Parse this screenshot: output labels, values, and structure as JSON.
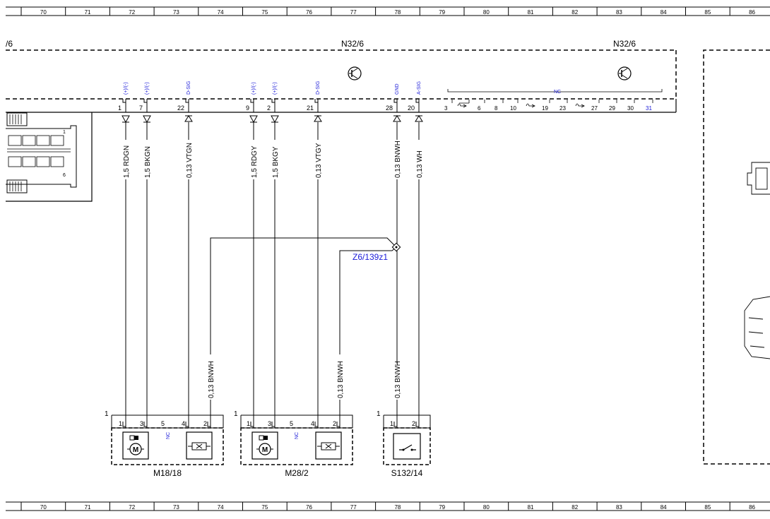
{
  "grid": {
    "columns": [
      "70",
      "71",
      "72",
      "73",
      "74",
      "75",
      "76",
      "77",
      "78",
      "79",
      "80",
      "81",
      "82",
      "83",
      "84",
      "85",
      "86"
    ]
  },
  "connector": {
    "left_label": "/6",
    "main_label": "N32/6",
    "right_label": "N32/6",
    "nc_label": "NC",
    "pins": [
      {
        "num": "1",
        "signal": "(+)/(-)"
      },
      {
        "num": "7",
        "signal": "(+)/(-)"
      },
      {
        "num": "22",
        "signal": "D-SIG"
      },
      {
        "num": "9",
        "signal": "(+)/(-)"
      },
      {
        "num": "2",
        "signal": "(+)/(-)"
      },
      {
        "num": "21",
        "signal": "D-SIG"
      },
      {
        "num": "28",
        "signal": "GND"
      },
      {
        "num": "20",
        "signal": "A-SIG"
      }
    ],
    "nc_pins": [
      "3",
      "6",
      "8",
      "10",
      "19",
      "23",
      "27",
      "29",
      "30",
      "31"
    ],
    "connector_face_pins": [
      "1",
      "6"
    ]
  },
  "wires": [
    {
      "label": "1,5 RDGN"
    },
    {
      "label": "1,5 BKGN"
    },
    {
      "label": "0,13 VTGN"
    },
    {
      "label": "1,5 RDGY"
    },
    {
      "label": "1,5 BKGY"
    },
    {
      "label": "0,13 VTGY"
    },
    {
      "label": "0,13 BNWH"
    },
    {
      "label": "0,13 WH"
    }
  ],
  "lower_wires": [
    {
      "label": "0,13 BNWH"
    },
    {
      "label": "0,13 BNWH"
    },
    {
      "label": "0,13 BNWH"
    }
  ],
  "splice": {
    "label": "Z6/139z1"
  },
  "components": [
    {
      "name": "M18/18",
      "plug": "1",
      "pins": [
        "1",
        "3",
        "5",
        "4",
        "2"
      ],
      "nc": "NC"
    },
    {
      "name": "M28/2",
      "plug": "1",
      "pins": [
        "1",
        "3",
        "5",
        "4",
        "2"
      ],
      "nc": "NC"
    },
    {
      "name": "S132/14",
      "plug": "1",
      "pins": [
        "1",
        "2"
      ]
    }
  ]
}
